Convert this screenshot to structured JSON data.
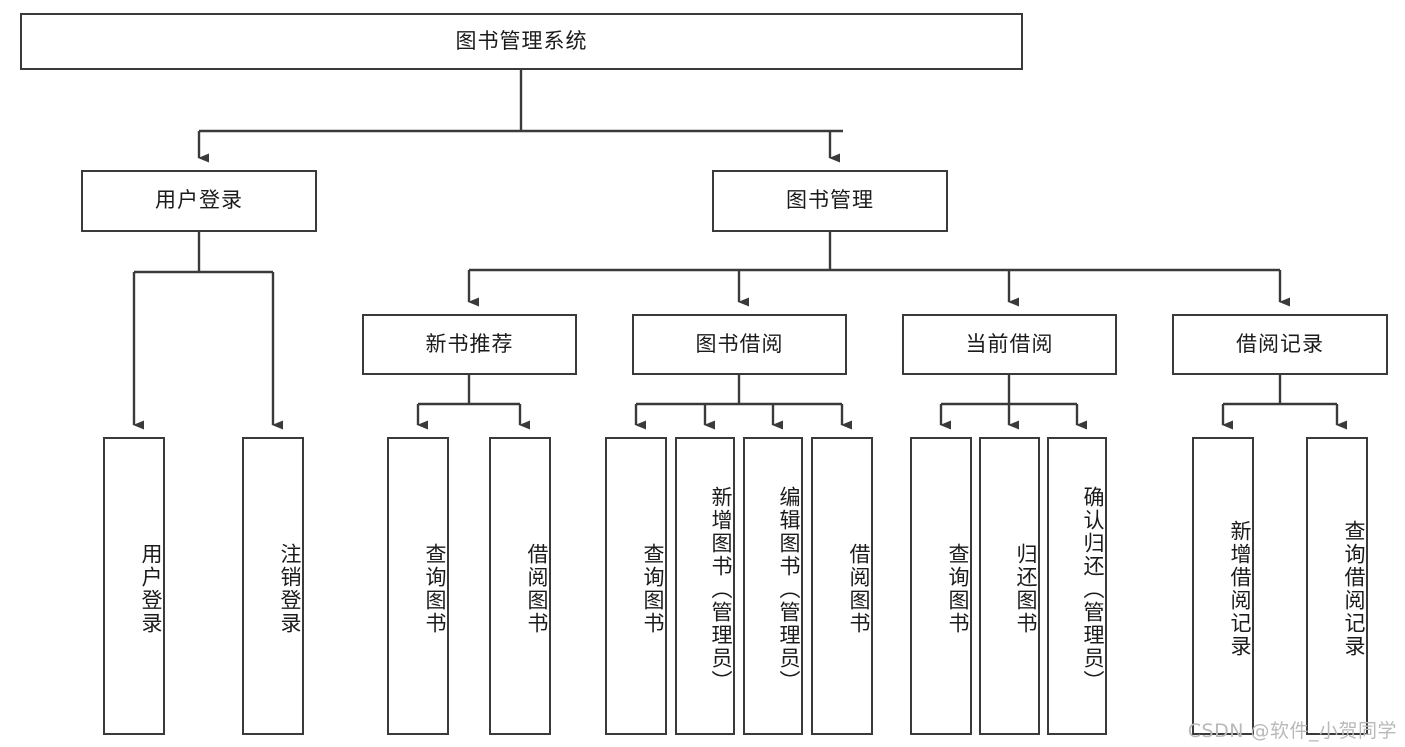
{
  "diagram": {
    "title": "图书管理系统",
    "type": "tree",
    "orientation": "top-down",
    "colors": {
      "box_border": "#3a3a3a",
      "box_fill": "#ffffff",
      "connector": "#3a3a3a",
      "text": "#1b1b1b",
      "watermark": "#b9b9b9",
      "background": "#ffffff"
    },
    "root": {
      "label": "图书管理系统"
    },
    "level2": [
      {
        "label": "用户登录"
      },
      {
        "label": "图书管理"
      }
    ],
    "level3": [
      {
        "label": "新书推荐"
      },
      {
        "label": "图书借阅"
      },
      {
        "label": "当前借阅"
      },
      {
        "label": "借阅记录"
      }
    ],
    "leaves": {
      "user_login": [
        {
          "label": "用户登录"
        },
        {
          "label": "注销登录"
        }
      ],
      "new_book_recommend": [
        {
          "label": "查询图书"
        },
        {
          "label": "借阅图书"
        }
      ],
      "book_borrow": [
        {
          "label": "查询图书"
        },
        {
          "label": "新增图书（管理员）"
        },
        {
          "label": "编辑图书（管理员）"
        },
        {
          "label": "借阅图书"
        }
      ],
      "current_borrow": [
        {
          "label": "查询图书"
        },
        {
          "label": "归还图书"
        },
        {
          "label": "确认归还（管理员）"
        }
      ],
      "borrow_record": [
        {
          "label": "新增借阅记录"
        },
        {
          "label": "查询借阅记录"
        }
      ]
    }
  },
  "watermark": {
    "text": "CSDN @软件_小贺同学"
  }
}
